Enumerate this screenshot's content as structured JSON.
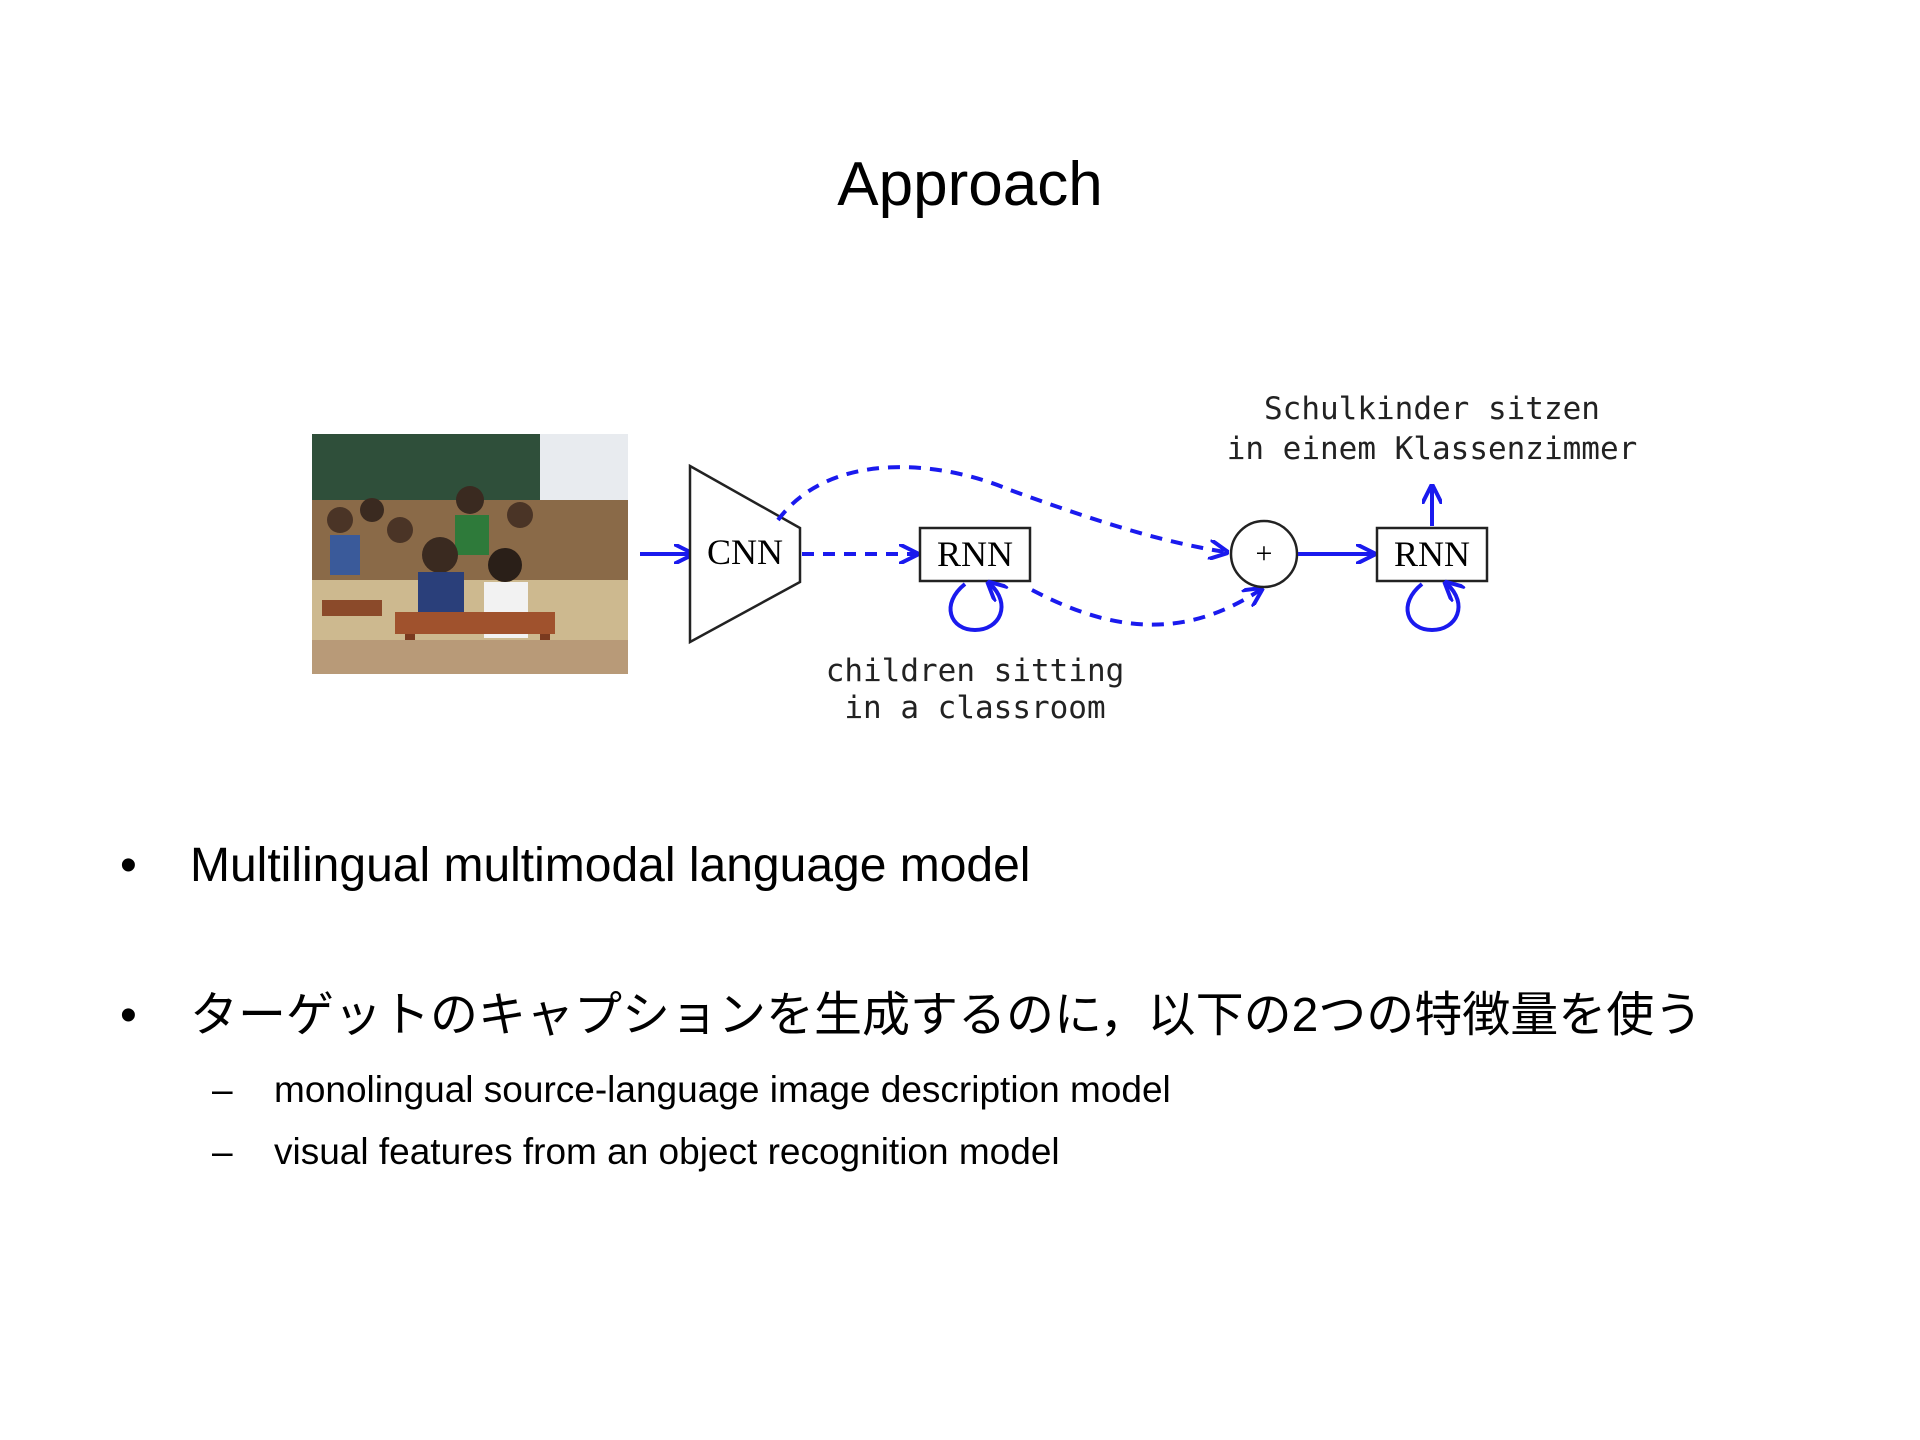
{
  "slide": {
    "title": "Approach"
  },
  "diagram": {
    "cnn_label": "CNN",
    "rnn_source_label": "RNN",
    "rnn_target_label": "RNN",
    "sum_symbol": "+",
    "source_caption_line1": "children sitting",
    "source_caption_line2": "in a classroom",
    "target_caption_line1": "Schulkinder sitzen",
    "target_caption_line2": "in einem Klassenzimmer",
    "arrow_color": "#1a1aee"
  },
  "bullets": [
    {
      "text": "Multilingual multimodal language model",
      "sub": []
    },
    {
      "text": "ターゲットのキャプションを生成するのに，以下の2つの特徴量を使う",
      "sub": [
        "monolingual source-language image description model",
        "visual features from an object recognition model"
      ]
    }
  ],
  "bullet_glyph": "•",
  "sub_bullet_glyph": "–"
}
